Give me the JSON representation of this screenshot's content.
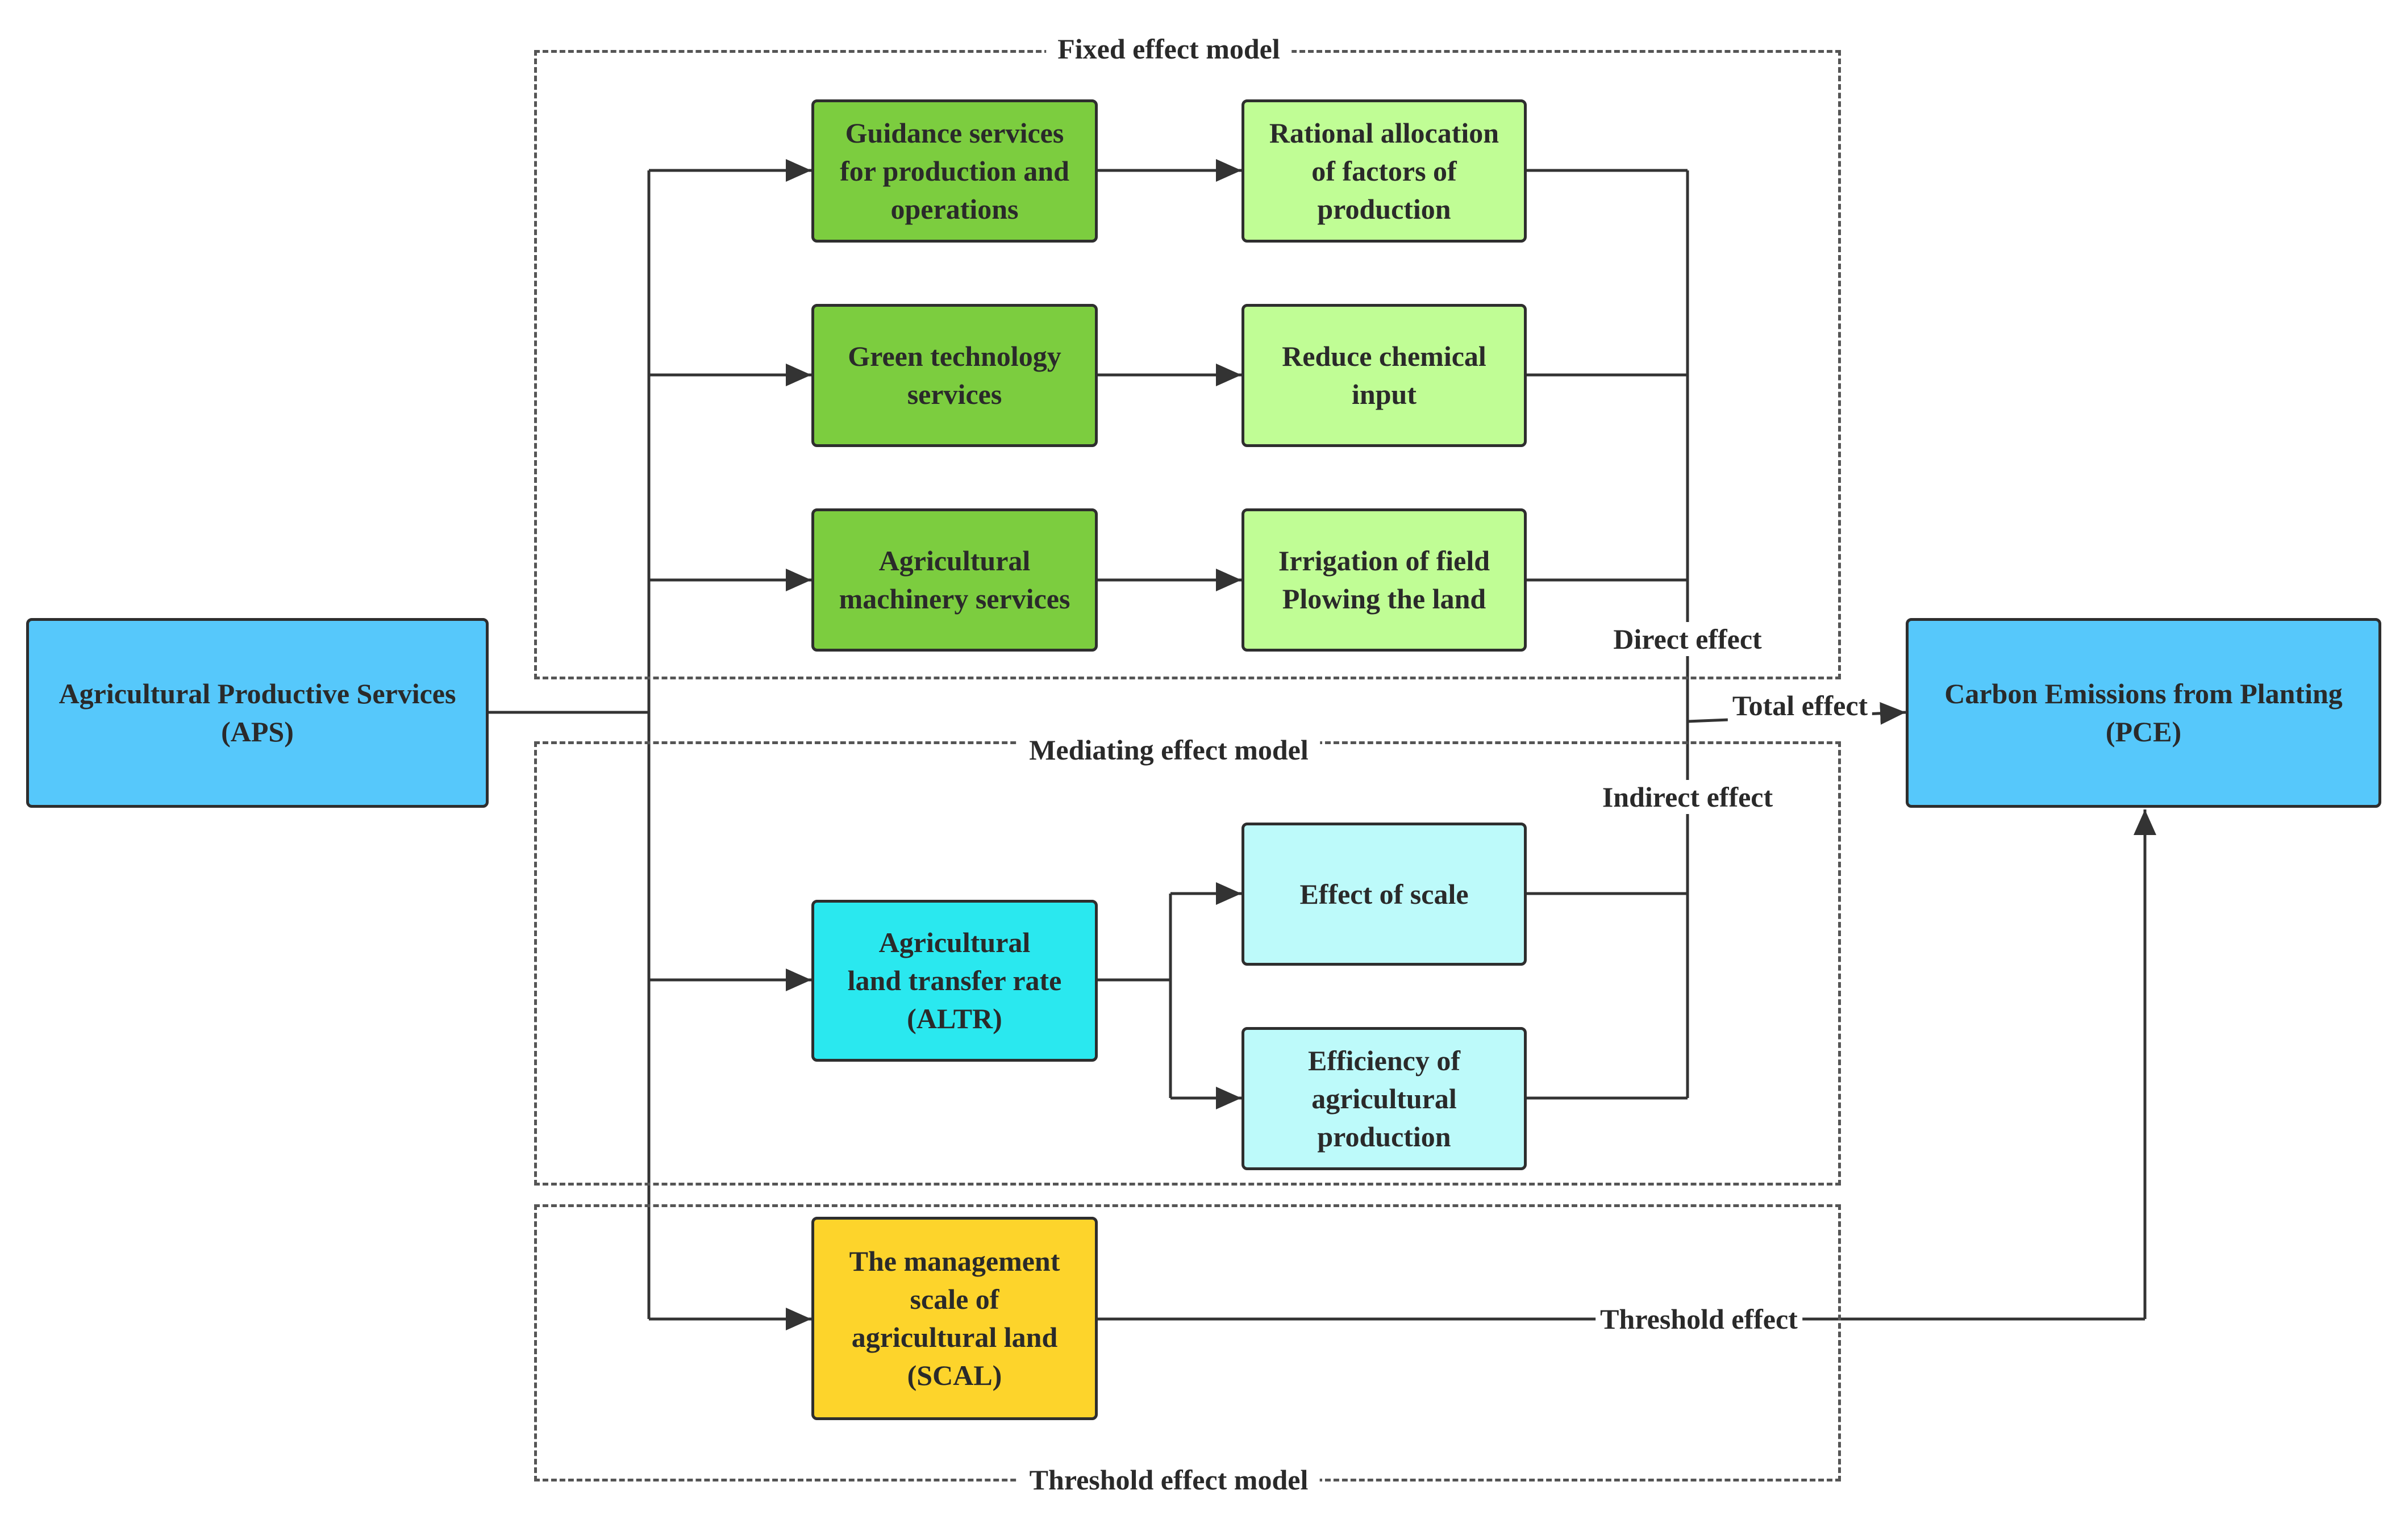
{
  "colors": {
    "blue": "#56c8fb",
    "dark_green": "#7ccd3f",
    "light_green": "#c0fd95",
    "cyan": "#2ae8ef",
    "light_cyan": "#bdfafa",
    "yellow": "#fdd42b",
    "line": "#333333"
  },
  "groups": {
    "fixed": "Fixed effect model",
    "mediating": "Mediating effect model",
    "threshold": "Threshold effect model"
  },
  "nodes": {
    "aps": "Agricultural Productive Services\n(APS)",
    "pce": "Carbon Emissions from Planting\n(PCE)",
    "guidance": "Guidance services\nfor production and\noperations",
    "green_tech": "Green technology\nservices",
    "machinery": "Agricultural\nmachinery services",
    "rational": "Rational allocation\nof factors of\nproduction",
    "reduce": "Reduce chemical\ninput",
    "irrigation": "Irrigation of field\nPlowing the land",
    "altr": "Agricultural\nland transfer rate\n(ALTR)",
    "scale_effect": "Effect of scale",
    "efficiency": "Efficiency of\nagricultural\nproduction",
    "scal": "The management\nscale of\nagricultural land\n(SCAL)"
  },
  "edges": {
    "direct": "Direct effect",
    "total": "Total effect",
    "indirect": "Indirect effect",
    "threshold": "Threshold effect"
  }
}
